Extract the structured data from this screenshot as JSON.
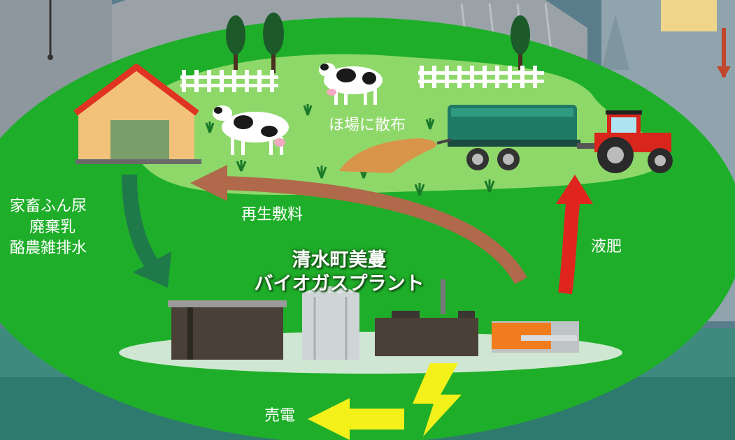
{
  "plant_name": {
    "line1": "清水町美蔓",
    "line2": "バイオガスプラント"
  },
  "labels": {
    "inputs": [
      "家畜ふん尿",
      "廃棄乳",
      "酪農雑排水"
    ],
    "field_spreading": "ほ場に散布",
    "recycled_bedding": "再生敷料",
    "liquid_fertilizer": "液肥",
    "electricity_sale": "売電"
  },
  "colors": {
    "field_green": "#1fae2a",
    "meadow_light": "#8ed86a",
    "arrow_inputs": "#1f7a4a",
    "arrow_bedding": "#b0694a",
    "arrow_fertilizer": "#e0251f",
    "arrow_electric": "#f4f01a",
    "barn_roof": "#e03322",
    "barn_wall": "#f2c27a",
    "tractor_red": "#d8261c",
    "tank_green": "#1f7a66"
  }
}
